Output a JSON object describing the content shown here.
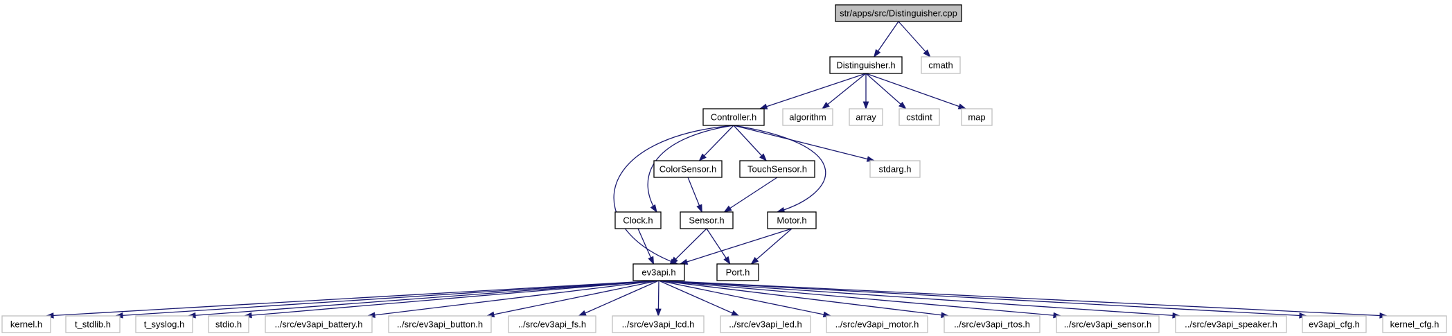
{
  "diagram": {
    "nodes": [
      {
        "id": "distinguisher_cpp",
        "label": "str/apps/src/Distinguisher.cpp",
        "kind": "root"
      },
      {
        "id": "distinguisher_h",
        "label": "Distinguisher.h",
        "kind": "internal"
      },
      {
        "id": "cmath",
        "label": "cmath",
        "kind": "external"
      },
      {
        "id": "controller_h",
        "label": "Controller.h",
        "kind": "internal"
      },
      {
        "id": "algorithm",
        "label": "algorithm",
        "kind": "external"
      },
      {
        "id": "array",
        "label": "array",
        "kind": "external"
      },
      {
        "id": "cstdint",
        "label": "cstdint",
        "kind": "external"
      },
      {
        "id": "map",
        "label": "map",
        "kind": "external"
      },
      {
        "id": "colorsensor_h",
        "label": "ColorSensor.h",
        "kind": "internal"
      },
      {
        "id": "touchsensor_h",
        "label": "TouchSensor.h",
        "kind": "internal"
      },
      {
        "id": "stdarg_h",
        "label": "stdarg.h",
        "kind": "external"
      },
      {
        "id": "clock_h",
        "label": "Clock.h",
        "kind": "internal"
      },
      {
        "id": "sensor_h",
        "label": "Sensor.h",
        "kind": "internal"
      },
      {
        "id": "motor_h",
        "label": "Motor.h",
        "kind": "internal"
      },
      {
        "id": "ev3api_h",
        "label": "ev3api.h",
        "kind": "internal"
      },
      {
        "id": "port_h",
        "label": "Port.h",
        "kind": "internal"
      },
      {
        "id": "kernel_h",
        "label": "kernel.h",
        "kind": "external"
      },
      {
        "id": "t_stdlib_h",
        "label": "t_stdlib.h",
        "kind": "external"
      },
      {
        "id": "t_syslog_h",
        "label": "t_syslog.h",
        "kind": "external"
      },
      {
        "id": "stdio_h",
        "label": "stdio.h",
        "kind": "external"
      },
      {
        "id": "ev3api_battery_h",
        "label": "../src/ev3api_battery.h",
        "kind": "external"
      },
      {
        "id": "ev3api_button_h",
        "label": "../src/ev3api_button.h",
        "kind": "external"
      },
      {
        "id": "ev3api_fs_h",
        "label": "../src/ev3api_fs.h",
        "kind": "external"
      },
      {
        "id": "ev3api_lcd_h",
        "label": "../src/ev3api_lcd.h",
        "kind": "external"
      },
      {
        "id": "ev3api_led_h",
        "label": "../src/ev3api_led.h",
        "kind": "external"
      },
      {
        "id": "ev3api_motor_h",
        "label": "../src/ev3api_motor.h",
        "kind": "external"
      },
      {
        "id": "ev3api_rtos_h",
        "label": "../src/ev3api_rtos.h",
        "kind": "external"
      },
      {
        "id": "ev3api_sensor_h",
        "label": "../src/ev3api_sensor.h",
        "kind": "external"
      },
      {
        "id": "ev3api_speaker_h",
        "label": "../src/ev3api_speaker.h",
        "kind": "external"
      },
      {
        "id": "ev3api_cfg_h",
        "label": "ev3api_cfg.h",
        "kind": "external"
      },
      {
        "id": "kernel_cfg_h",
        "label": "kernel_cfg.h",
        "kind": "external"
      }
    ],
    "edges": [
      {
        "from": "distinguisher_cpp",
        "to": "distinguisher_h"
      },
      {
        "from": "distinguisher_cpp",
        "to": "cmath"
      },
      {
        "from": "distinguisher_h",
        "to": "controller_h"
      },
      {
        "from": "distinguisher_h",
        "to": "algorithm"
      },
      {
        "from": "distinguisher_h",
        "to": "array"
      },
      {
        "from": "distinguisher_h",
        "to": "cstdint"
      },
      {
        "from": "distinguisher_h",
        "to": "map"
      },
      {
        "from": "controller_h",
        "to": "colorsensor_h"
      },
      {
        "from": "controller_h",
        "to": "touchsensor_h"
      },
      {
        "from": "controller_h",
        "to": "stdarg_h"
      },
      {
        "from": "controller_h",
        "to": "clock_h"
      },
      {
        "from": "controller_h",
        "to": "motor_h"
      },
      {
        "from": "controller_h",
        "to": "ev3api_h"
      },
      {
        "from": "colorsensor_h",
        "to": "sensor_h"
      },
      {
        "from": "touchsensor_h",
        "to": "sensor_h"
      },
      {
        "from": "clock_h",
        "to": "ev3api_h"
      },
      {
        "from": "sensor_h",
        "to": "ev3api_h"
      },
      {
        "from": "sensor_h",
        "to": "port_h"
      },
      {
        "from": "motor_h",
        "to": "ev3api_h"
      },
      {
        "from": "motor_h",
        "to": "port_h"
      },
      {
        "from": "ev3api_h",
        "to": "kernel_h"
      },
      {
        "from": "ev3api_h",
        "to": "t_stdlib_h"
      },
      {
        "from": "ev3api_h",
        "to": "t_syslog_h"
      },
      {
        "from": "ev3api_h",
        "to": "stdio_h"
      },
      {
        "from": "ev3api_h",
        "to": "ev3api_battery_h"
      },
      {
        "from": "ev3api_h",
        "to": "ev3api_button_h"
      },
      {
        "from": "ev3api_h",
        "to": "ev3api_fs_h"
      },
      {
        "from": "ev3api_h",
        "to": "ev3api_lcd_h"
      },
      {
        "from": "ev3api_h",
        "to": "ev3api_led_h"
      },
      {
        "from": "ev3api_h",
        "to": "ev3api_motor_h"
      },
      {
        "from": "ev3api_h",
        "to": "ev3api_rtos_h"
      },
      {
        "from": "ev3api_h",
        "to": "ev3api_sensor_h"
      },
      {
        "from": "ev3api_h",
        "to": "ev3api_speaker_h"
      },
      {
        "from": "ev3api_h",
        "to": "ev3api_cfg_h"
      },
      {
        "from": "ev3api_h",
        "to": "kernel_cfg_h"
      }
    ],
    "colors": {
      "edge": "#191970",
      "root_fill": "#bfbfbf",
      "node_border": "#000000",
      "external_border": "#bfbfbf"
    }
  }
}
